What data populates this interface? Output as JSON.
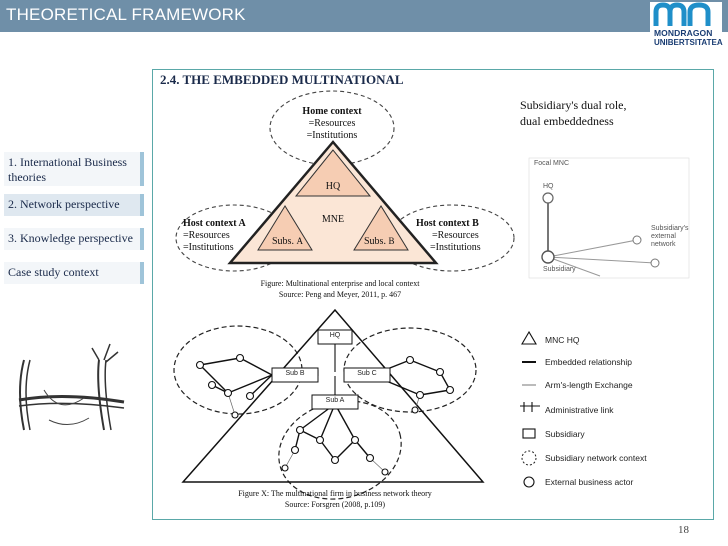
{
  "header": {
    "title": "THEORETICAL FRAMEWORK"
  },
  "logo": {
    "line1": "MONDRAGON",
    "line2": "UNIBERTSITATEA"
  },
  "nav": [
    {
      "label": "1. International Business theories"
    },
    {
      "label": "2. Network perspective"
    },
    {
      "label": "3. Knowledge perspective"
    },
    {
      "label": "Case study context"
    }
  ],
  "section": {
    "title": "2.4. THE EMBEDDED MULTINATIONAL"
  },
  "dual_role": {
    "line1": "Subsidiary's dual role,",
    "line2": "dual embeddedness"
  },
  "figure1": {
    "home": {
      "title": "Home context",
      "l1": "=Resources",
      "l2": "=Institutions"
    },
    "hostA": {
      "title": "Host context A",
      "l1": "=Resources",
      "l2": "=Institutions"
    },
    "hostB": {
      "title": "Host context B",
      "l1": "=Resources",
      "l2": "=Institutions"
    },
    "hq": "HQ",
    "mne": "MNE",
    "subsA": "Subs.",
    "subsA_letter": "A",
    "subsB": "Subs.",
    "subsB_letter": "B",
    "caption1": "Figure: Multinational enterprise and local context",
    "caption2": "Source: Peng and Meyer, 2011, p. 467"
  },
  "small_figure": {
    "focal": "Focal MNC",
    "hq": "HQ",
    "subsidiary": "Subsidiary",
    "external1": "Subsidiary's",
    "external2": "external",
    "external3": "network"
  },
  "figure2": {
    "hq": "HQ",
    "subB": "Sub B",
    "subC": "Sub C",
    "subA": "Sub A",
    "caption1": "Figure X: The multinational firm in business network theory",
    "caption2": "Source: Forsgren (2008, p.109)"
  },
  "legend": [
    {
      "icon": "triangle",
      "label": "MNC HQ"
    },
    {
      "icon": "thick-line",
      "label": "Embedded relationship"
    },
    {
      "icon": "thin-line",
      "label": "Arm's-length Exchange"
    },
    {
      "icon": "admin-link",
      "label": "Administrative link"
    },
    {
      "icon": "square",
      "label": "Subsidiary"
    },
    {
      "icon": "dashed-circle",
      "label": "Subsidiary network context"
    },
    {
      "icon": "circle",
      "label": "External business actor"
    }
  ],
  "page_number": "18"
}
